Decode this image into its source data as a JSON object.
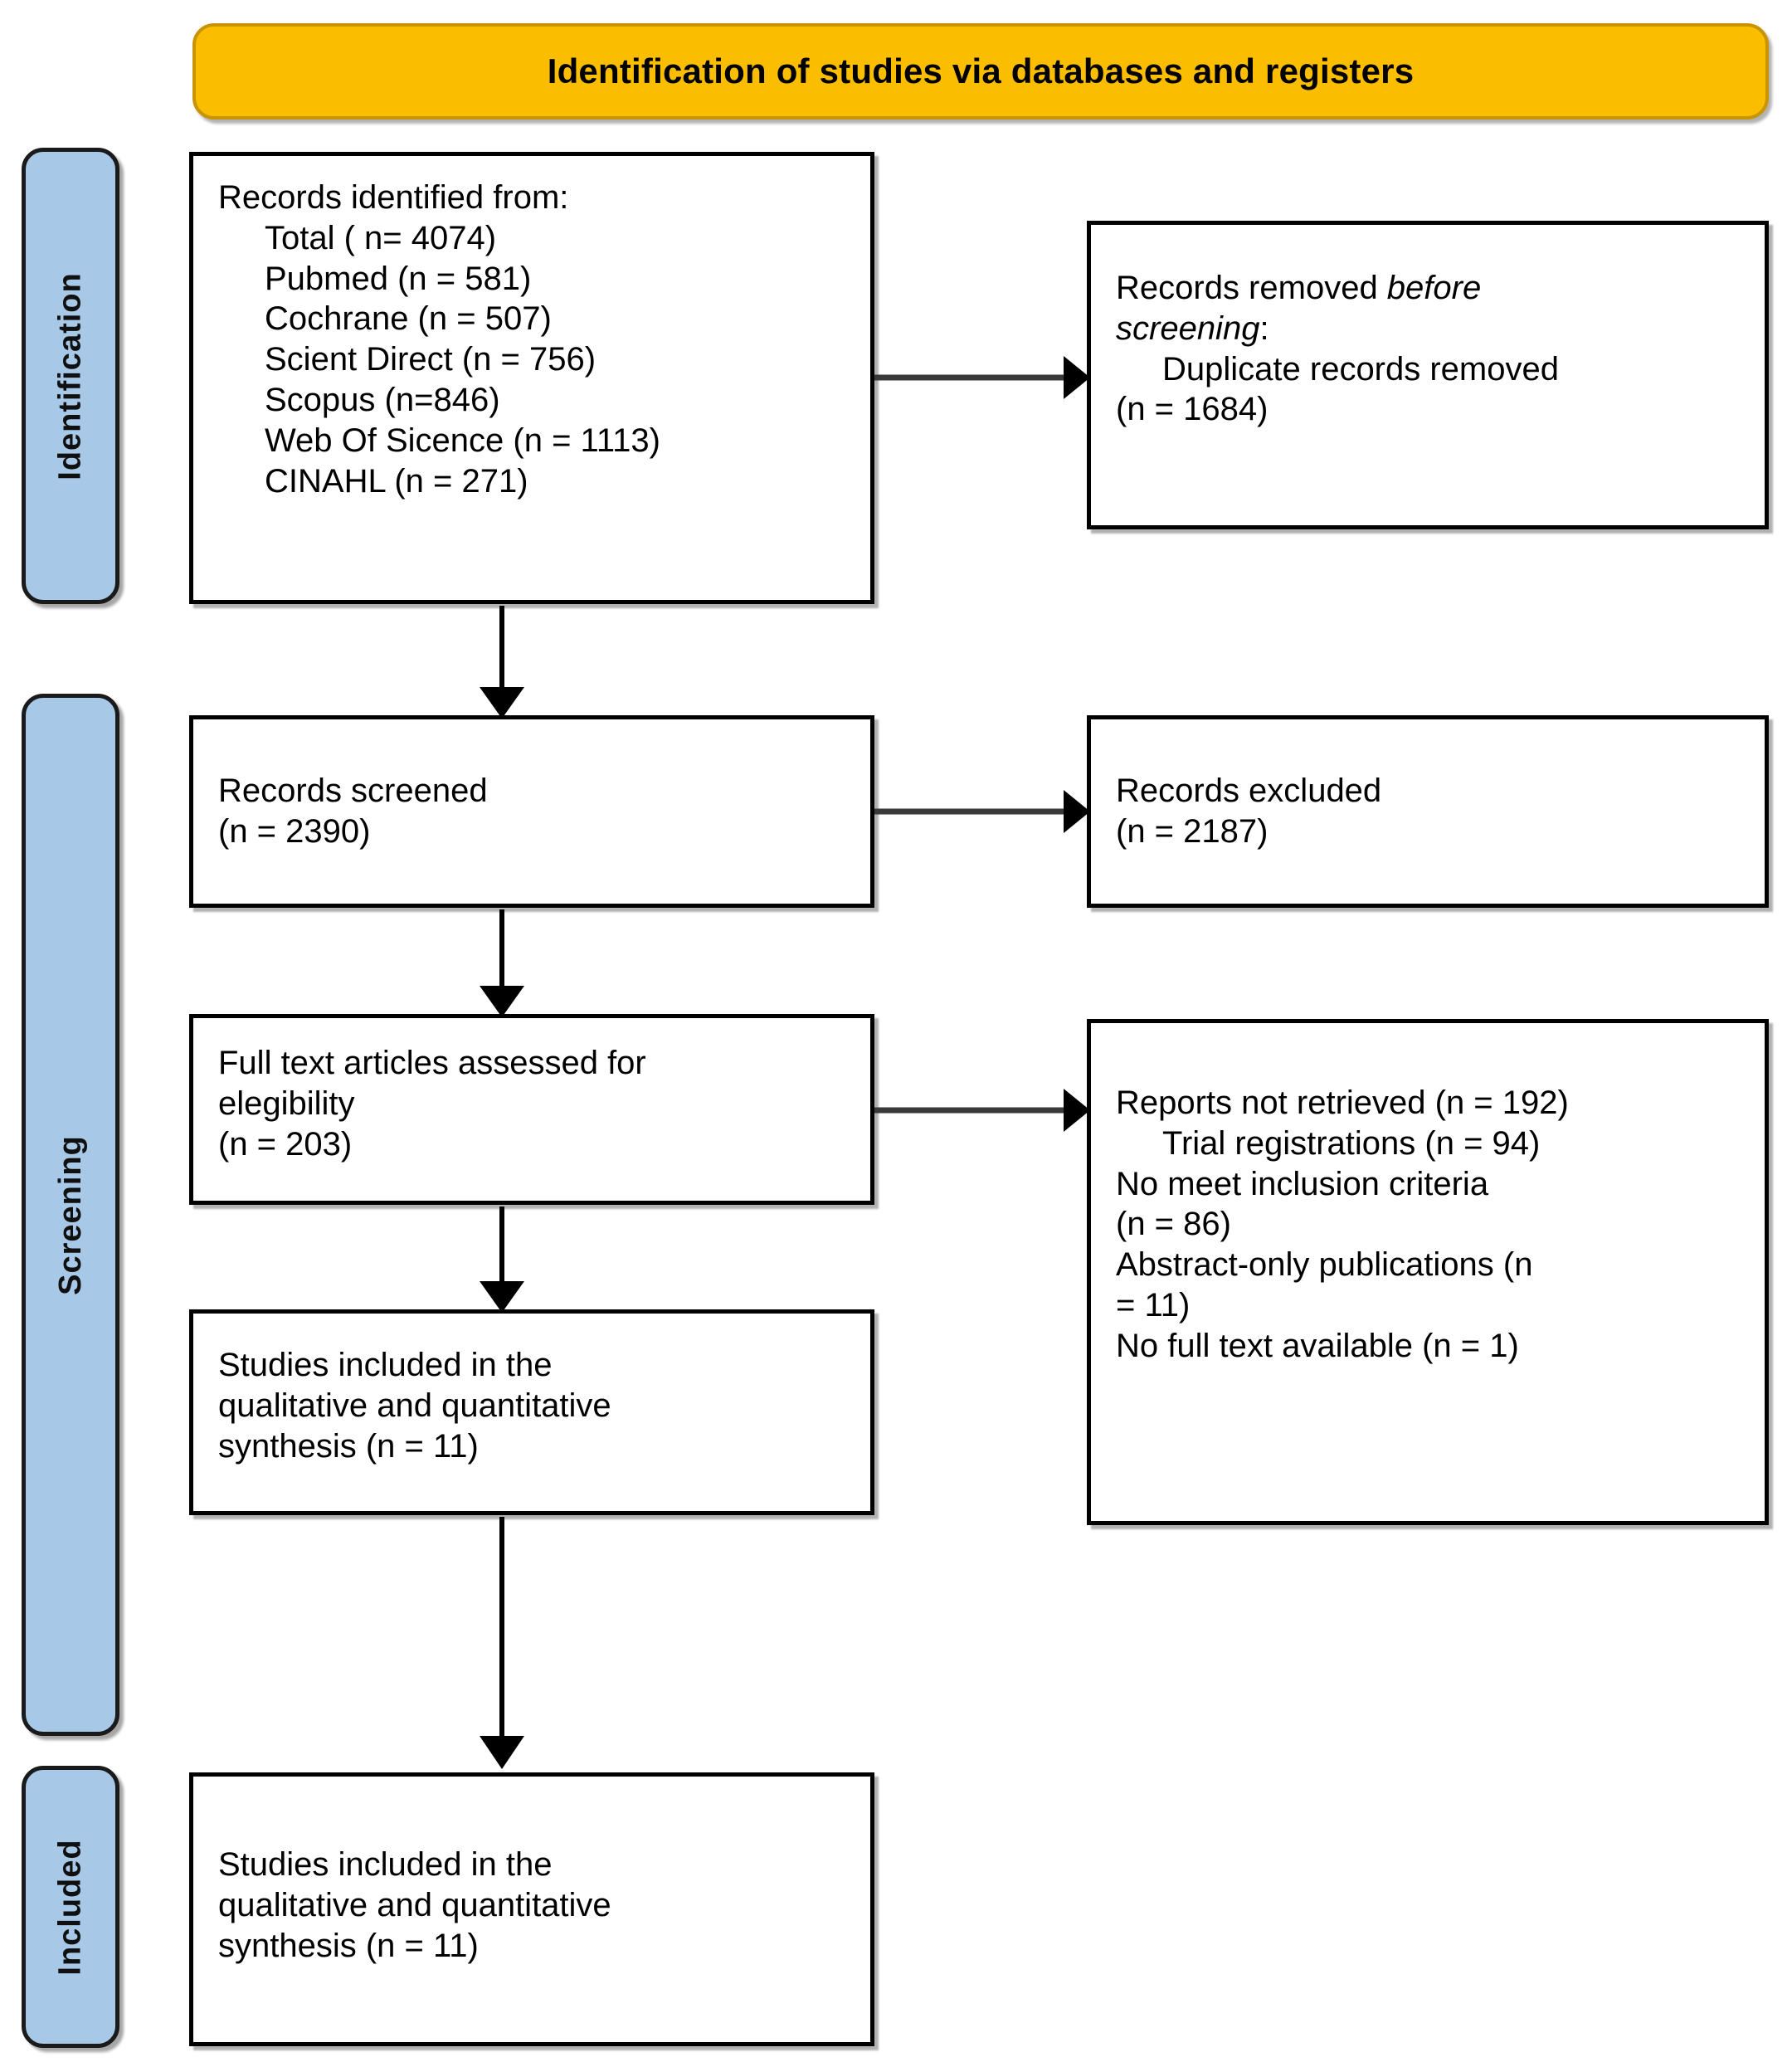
{
  "diagram": {
    "title": "Identification of studies via databases and registers",
    "colors": {
      "banner_fill": "#FABD00",
      "banner_border": "#C89400",
      "stage_label_fill": "#A7C8E7",
      "box_border": "#000000",
      "box_fill": "#FFFFFF",
      "arrow": "#000000"
    }
  },
  "stage_labels": {
    "identification": "Identification",
    "screening": "Screening",
    "included": "Included"
  },
  "boxes": {
    "records_identified": {
      "heading": "Records identified from:",
      "sources": [
        "Total ( n= 4074)",
        "Pubmed (n = 581)",
        "Cochrane (n = 507)",
        "Scient Direct (n = 756)",
        "Scopus (n=846)",
        "Web Of Sicence (n = 1113)",
        "CINAHL (n = 271)"
      ]
    },
    "records_removed": {
      "heading_prefix": "Records removed ",
      "heading_italic": "before",
      "heading_italic2": "screening",
      "heading_suffix": ":",
      "items": [
        "Duplicate records removed",
        "(n = 1684)"
      ]
    },
    "records_screened": {
      "lines": [
        "Records screened",
        "(n = 2390)"
      ]
    },
    "records_excluded": {
      "lines": [
        "Records excluded",
        "(n = 2187)"
      ]
    },
    "full_text_assessed": {
      "lines": [
        "Full text articles assessed for",
        "elegibility",
        "(n = 203)"
      ]
    },
    "reports_not_retrieved": {
      "heading": "Reports not retrieved (n = 192)",
      "reasons": [
        "Trial registrations (n = 94)",
        "No meet inclusion criteria",
        "(n = 86)",
        "Abstract-only publications (n",
        "= 11)",
        "No full text available (n = 1)"
      ]
    },
    "studies_included_screening": {
      "lines": [
        "Studies included in the",
        "qualitative and quantitative",
        "synthesis (n = 11)"
      ]
    },
    "studies_included_final": {
      "lines": [
        "Studies included in the",
        "qualitative and quantitative",
        "synthesis (n = 11)"
      ]
    }
  },
  "arrows": [
    {
      "name": "identified-to-removed",
      "direction": "right"
    },
    {
      "name": "identified-to-screened",
      "direction": "down"
    },
    {
      "name": "screened-to-excluded",
      "direction": "right"
    },
    {
      "name": "screened-to-fulltext",
      "direction": "down"
    },
    {
      "name": "fulltext-to-not-retrieved",
      "direction": "right"
    },
    {
      "name": "fulltext-to-included",
      "direction": "down"
    },
    {
      "name": "included-to-final",
      "direction": "down"
    }
  ]
}
